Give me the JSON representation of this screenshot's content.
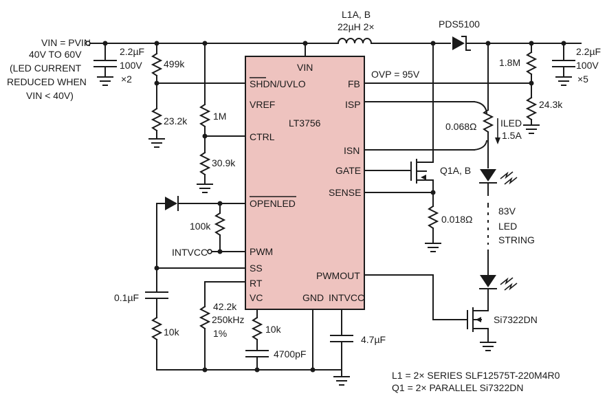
{
  "colors": {
    "ic_fill": "#eec3bf",
    "ink": "#1a1a1a",
    "background": "#ffffff"
  },
  "ic": {
    "name": "LT3756",
    "vin": "VIN",
    "shdn": "SHDN/UVLO",
    "vref": "VREF",
    "ctrl": "CTRL",
    "openled": "OPENLED",
    "pwm": "PWM",
    "ss": "SS",
    "rt": "RT",
    "vc": "VC",
    "gnd": "GND",
    "intvcc": "INTVCC",
    "fb": "FB",
    "isp": "ISP",
    "isn": "ISN",
    "gate": "GATE",
    "sense": "SENSE",
    "pwmout": "PWMOUT"
  },
  "input": {
    "line1": "VIN = PVIN",
    "line2": "40V TO 60V",
    "line3": "(LED CURRENT",
    "line4": "REDUCED WHEN",
    "line5": "VIN < 40V)"
  },
  "components": {
    "cin_value": "2.2µF",
    "cin_voltage": "100V",
    "cin_count": "×2",
    "r_499k": "499k",
    "r_23k2": "23.2k",
    "r_1m": "1M",
    "r_30k9": "30.9k",
    "inductor_ref": "L1A, B",
    "inductor_value": "22µH 2×",
    "diode": "PDS5100",
    "r_1m8": "1.8M",
    "r_24k3": "24.3k",
    "cout_value": "2.2µF",
    "cout_voltage": "100V",
    "cout_count": "×5",
    "ovp": "OVP = 95V",
    "r_sense_led": "0.068Ω",
    "i_led": "ILED",
    "i_led_value": "1.5A",
    "q1": "Q1A, B",
    "r_sense": "0.018Ω",
    "led_string_1": "83V",
    "led_string_2": "LED",
    "led_string_3": "STRING",
    "r_100k": "100k",
    "intvcc_ext": "INTVCC",
    "c_ss": "0.1µF",
    "r_10k_ss": "10k",
    "r_rt_1": "42.2k",
    "r_rt_2": "250kHz",
    "r_rt_3": "1%",
    "r_10k_vc": "10k",
    "c_vc": "4700pF",
    "c_intvcc": "4.7µF",
    "q_pwm": "Si7322DN"
  },
  "notes": {
    "line1": "L1 = 2× SERIES SLF12575T-220M4R0",
    "line2": "Q1 = 2× PARALLEL Si7322DN"
  }
}
